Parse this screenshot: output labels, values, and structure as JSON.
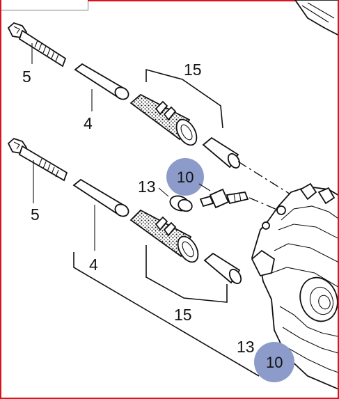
{
  "labels": {
    "bolt_upper": "5",
    "bolt_lower": "5",
    "sleeve_upper": "4",
    "sleeve_lower": "4",
    "group_upper": "15",
    "group_lower": "15",
    "cap_label": "13",
    "lower_right_label": "13"
  },
  "badges": {
    "bleeder": "10",
    "lower_right": "10"
  },
  "colors": {
    "badge_fill": "#8c9bc9",
    "frame": "#d9141c",
    "ink": "#111111"
  }
}
